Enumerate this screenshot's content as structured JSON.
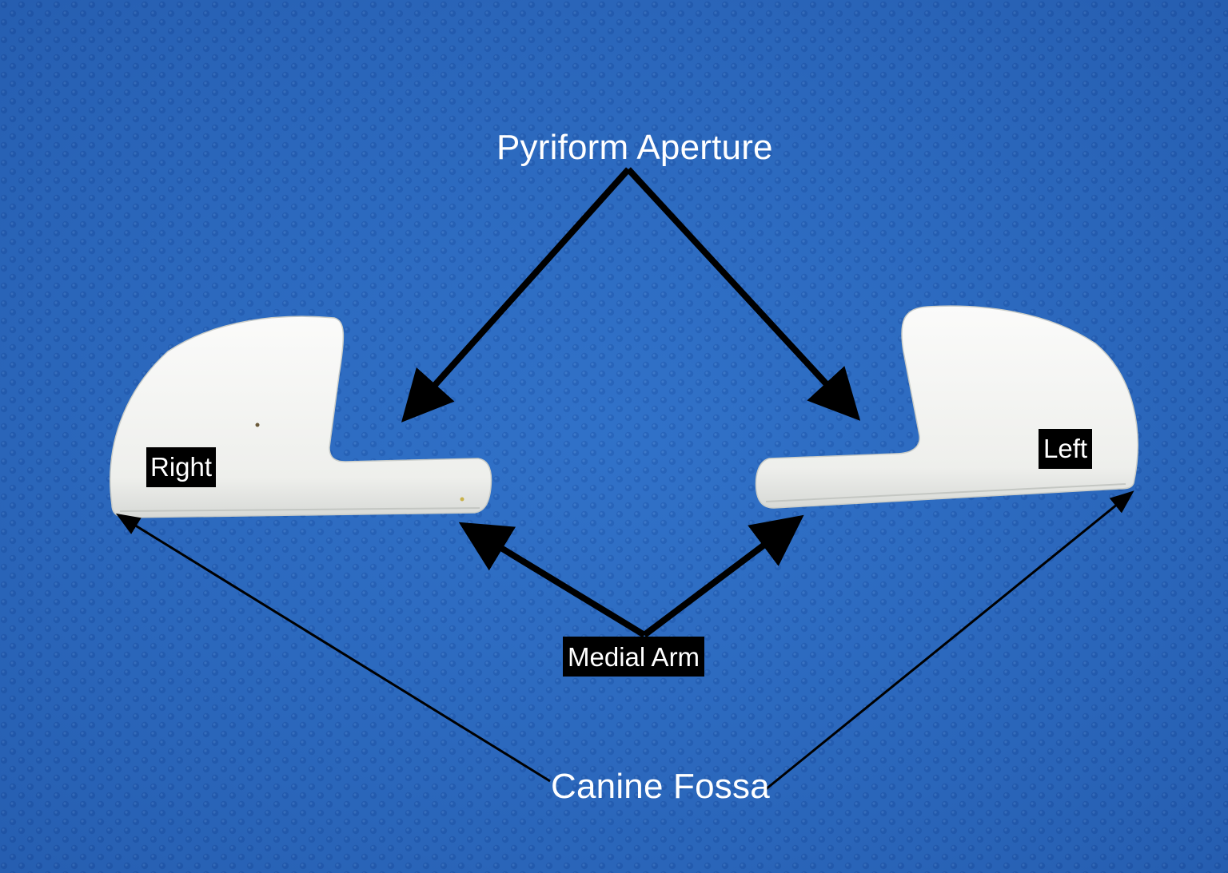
{
  "labels": {
    "pyriform_aperture": "Pyriform Aperture",
    "medial_arm": "Medial Arm",
    "canine_fossa": "Canine Fossa",
    "right": "Right",
    "left": "Left"
  },
  "colors": {
    "background": "#2d6cc4",
    "background_dots": "#1d52a8",
    "implant": "#f2f3f1",
    "arrow": "#000000",
    "label_text": "#ffffff",
    "label_box": "#000000"
  }
}
